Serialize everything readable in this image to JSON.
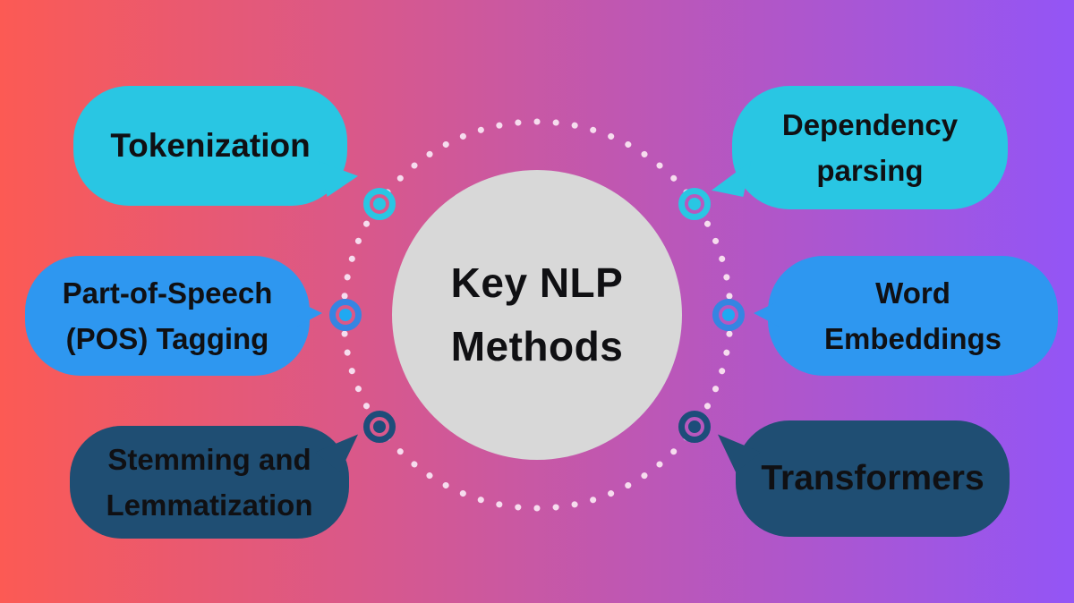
{
  "title": {
    "lines": [
      "Key NLP",
      "Methods"
    ]
  },
  "colors": {
    "bg-left": "#fc5a54",
    "bg-right": "#9355f6",
    "bubble-cyan": "#29c6e3",
    "bubble-blue": "#2e97f0",
    "bubble-navy": "#1f4e73",
    "node-blue-ring": "#3585e2",
    "node-blue-dot": "#1fa9f2",
    "node-navy": "#1d4d7a",
    "ring-dot": "#f6dcee",
    "circle-fill": "#d8d8d8",
    "text": "#101013"
  },
  "bubbles": [
    {
      "id": "tokenization",
      "lines": [
        "Tokenization"
      ]
    },
    {
      "id": "pos-tagging",
      "lines": [
        "Part-of-Speech",
        "(POS) Tagging"
      ]
    },
    {
      "id": "stemming-lemmatization",
      "lines": [
        "Stemming and",
        "Lemmatization"
      ]
    },
    {
      "id": "dependency-parsing",
      "lines": [
        "Dependency",
        "parsing"
      ]
    },
    {
      "id": "word-embeddings",
      "lines": [
        "Word",
        "Embeddings"
      ]
    },
    {
      "id": "transformers",
      "lines": [
        "Transformers"
      ]
    }
  ]
}
